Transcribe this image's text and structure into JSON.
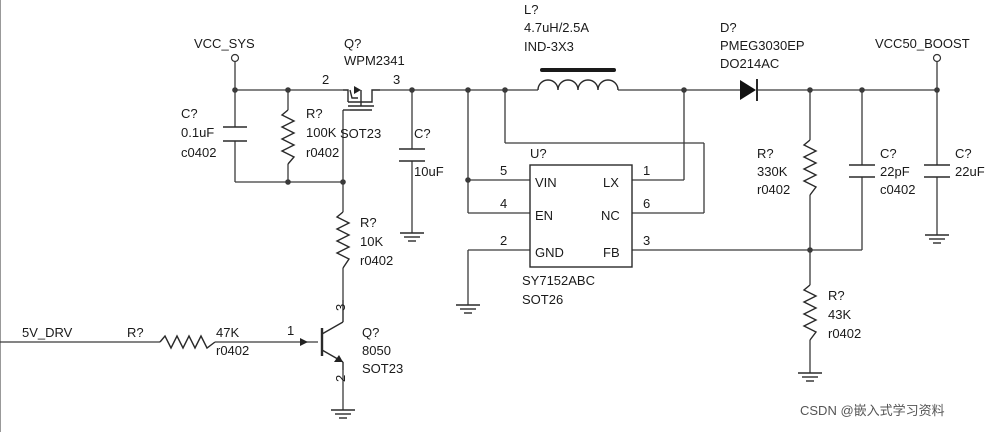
{
  "nets": {
    "vcc_sys": "VCC_SYS",
    "vcc50": "VCC50_BOOST",
    "drv": "5V_DRV"
  },
  "q_pmos": {
    "ref": "Q?",
    "value": "WPM2341",
    "pkg": "SOT23",
    "pin2": "2",
    "pin3": "3"
  },
  "c_in_small": {
    "ref": "C?",
    "value": "0.1uF",
    "pkg": "c0402"
  },
  "r_pull": {
    "ref": "R?",
    "value": "100K",
    "pkg": "r0402"
  },
  "c_in_bulk": {
    "ref": "C?",
    "value": "10uF"
  },
  "inductor": {
    "ref": "L?",
    "value": "4.7uH/2.5A",
    "pkg": "IND-3X3"
  },
  "diode": {
    "ref": "D?",
    "value": "PMEG3030EP",
    "pkg": "DO214AC"
  },
  "ic": {
    "ref": "U?",
    "value": "SY7152ABC",
    "pkg": "SOT26",
    "pins": [
      {
        "num": "5",
        "name": "VIN"
      },
      {
        "num": "4",
        "name": "EN"
      },
      {
        "num": "2",
        "name": "GND"
      },
      {
        "num": "1",
        "name": "LX"
      },
      {
        "num": "6",
        "name": "NC"
      },
      {
        "num": "3",
        "name": "FB"
      }
    ]
  },
  "r_base": {
    "ref": "R?",
    "value": "10K",
    "pkg": "r0402"
  },
  "r_drv": {
    "ref": "R?",
    "value": "47K",
    "pkg": "r0402"
  },
  "q_npn": {
    "ref": "Q?",
    "value": "8050",
    "pkg": "SOT23",
    "pin1": "1",
    "pin2": "2",
    "pin3": "3"
  },
  "r_fb_top": {
    "ref": "R?",
    "value": "330K",
    "pkg": "r0402"
  },
  "r_fb_bot": {
    "ref": "R?",
    "value": "43K",
    "pkg": "r0402"
  },
  "c_out_small": {
    "ref": "C?",
    "value": "22pF",
    "pkg": "c0402"
  },
  "c_out_bulk": {
    "ref": "C?",
    "value": "22uF"
  },
  "watermark": "CSDN @嵌入式学习资料"
}
